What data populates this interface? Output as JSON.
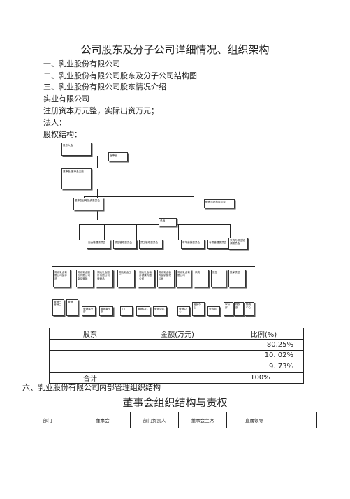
{
  "title": "公司股东及分子公司详细情况、组织架构",
  "sections": {
    "s1": "一、乳业股份有限公司",
    "s2": "二、乳业股份有限公司股东及分子公司结构图",
    "s3": "三、乳业股份有限公司股东情况介绍",
    "company": "实业有限公司",
    "capital": "注册资本万元整，实际出资万元；",
    "legal": "法人：",
    "equity": "股权结构："
  },
  "org_chart": {
    "top": "股东大会",
    "supervisors": "监事会",
    "board": "董事会 董事会主席",
    "left_committee": "董事会战略投资委员会",
    "right_committee": "薪酬与考核委员会",
    "president": "总裁",
    "row3": [
      "安全管理委员会",
      "质量管理委员会",
      "员工管理委员会",
      "市场营销委员会",
      "专项管理委员会",
      "采购与供应协调委员会"
    ],
    "row4": [
      "湖北乳业有限公司营养品",
      "湖北乳业股份有限公司南京营销",
      "湖北乳业股份有限公司营养品",
      "湖北乳业工厂",
      "湖北乳业营养健康有限公司",
      "湖北乳业营养营销管理公司",
      "湖北乳业有限公司",
      "采购",
      "质量",
      "技术质量"
    ],
    "row5": [
      "营销一营销二",
      "营销",
      "营销事业部",
      "营销事业部",
      "工厂",
      "营销中心",
      "营销中心",
      "营销中心",
      "营销中心",
      "采购部",
      "审计部",
      "财务部",
      "物流中心"
    ]
  },
  "shareholder_table": {
    "headers": [
      "股东",
      "金额(万元)",
      "比例(%)"
    ],
    "rows": [
      [
        "",
        "",
        "80.25%"
      ],
      [
        "",
        "",
        "10. 02%"
      ],
      [
        "",
        "",
        "9. 73%"
      ],
      [
        "合计",
        "",
        "100%"
      ]
    ]
  },
  "section6": "六、乳业股份有限公司内部管理组织结构",
  "board_title": "董事会组织结构与责权",
  "duty_table": {
    "headers": [
      "部门",
      "董事会",
      "部门负责人",
      "董事会主席",
      "直属领导",
      ""
    ]
  }
}
